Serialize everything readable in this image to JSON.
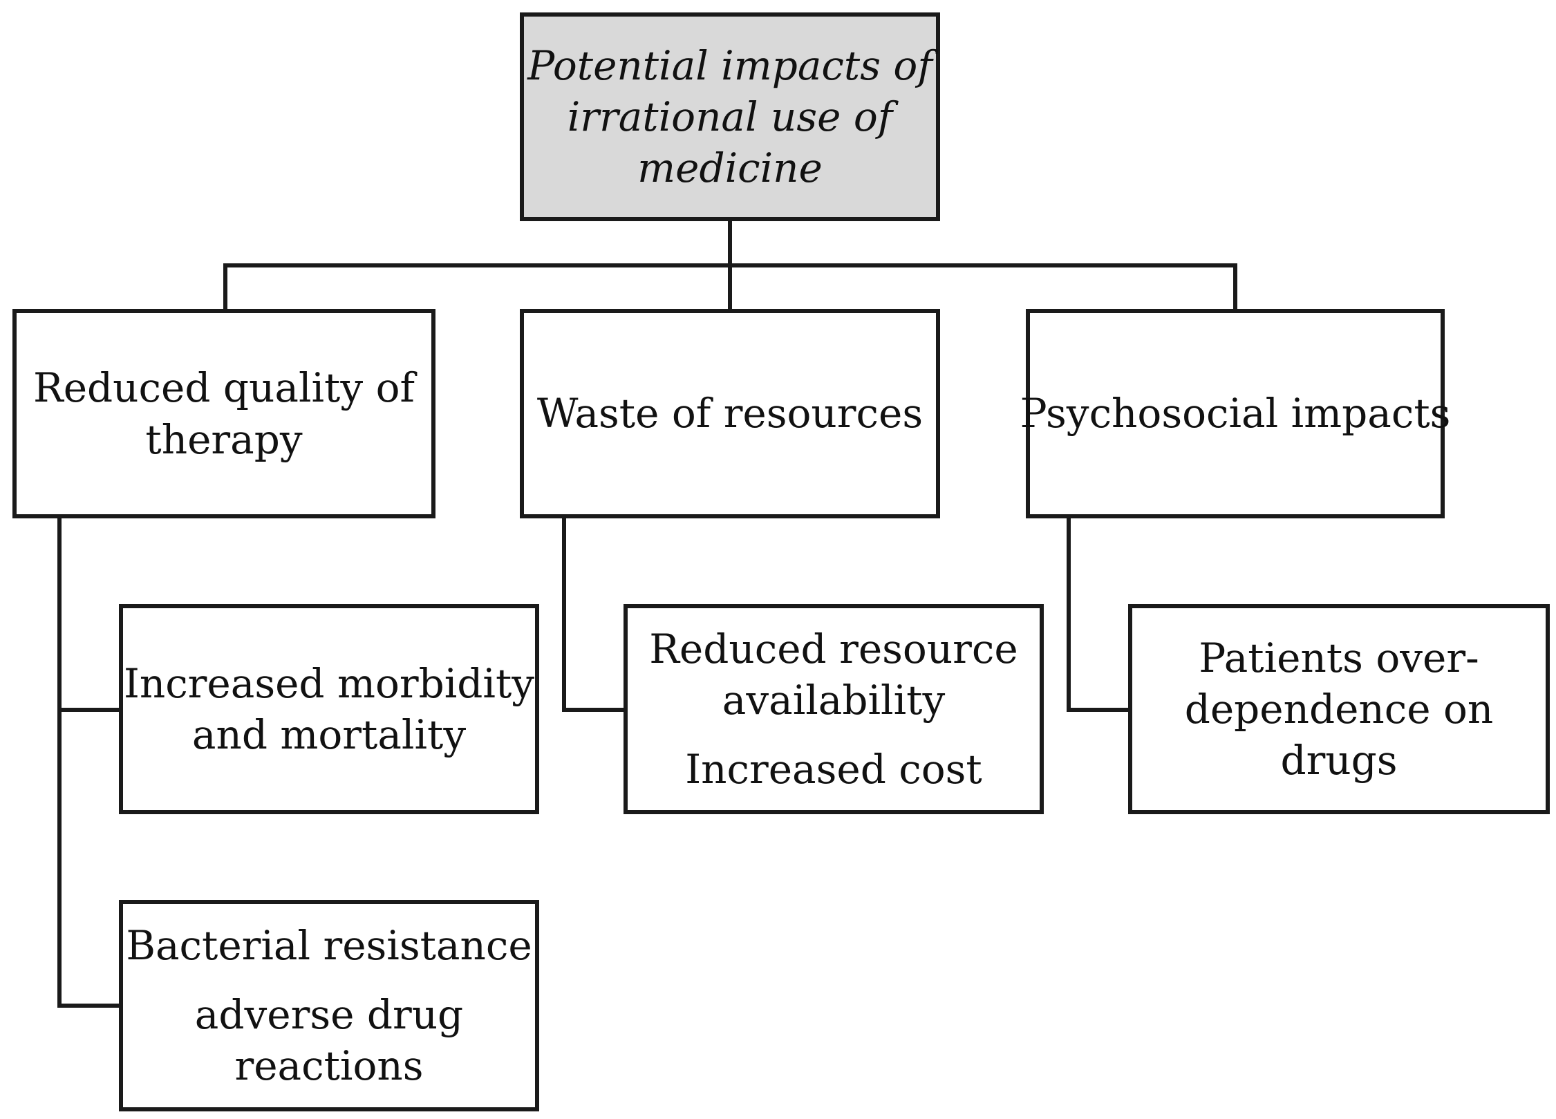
{
  "colors": {
    "stroke": "#1a1a1a",
    "root_fill": "#d9d9d9",
    "box_fill": "#ffffff"
  },
  "root": {
    "lines": [
      "Potential impacts of",
      "irrational use of",
      "medicine"
    ]
  },
  "categories": [
    {
      "lines": [
        "Reduced quality of",
        "therapy"
      ],
      "children": [
        {
          "lines": [
            "Increased morbidity",
            "and mortality"
          ]
        },
        {
          "lines": [
            "Bacterial resistance"
          ],
          "lines2": [
            "adverse drug",
            "reactions"
          ]
        }
      ]
    },
    {
      "lines": [
        "Waste of resources"
      ],
      "children": [
        {
          "lines": [
            "Reduced resource",
            "availability"
          ],
          "lines2": [
            "Increased cost"
          ]
        }
      ]
    },
    {
      "lines": [
        "Psychosocial impacts"
      ],
      "children": [
        {
          "lines": [
            "Patients over-",
            "dependence on",
            "drugs"
          ]
        }
      ]
    }
  ]
}
